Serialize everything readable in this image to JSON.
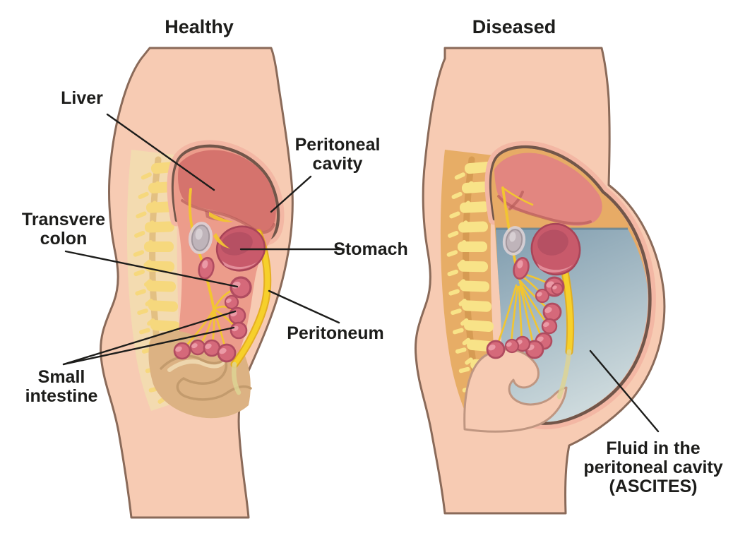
{
  "panels": {
    "healthy": {
      "title": "Healthy"
    },
    "diseased": {
      "title": "Diseased"
    }
  },
  "labels": {
    "liver": "Liver",
    "peritoneal_cavity": {
      "line1": "Peritoneal",
      "line2": "cavity"
    },
    "transverse_colon": {
      "line1": "Transvere",
      "line2": "colon"
    },
    "stomach": "Stomach",
    "peritoneum": "Peritoneum",
    "small_intestine": {
      "line1": "Small",
      "line2": "intestine"
    },
    "ascites": {
      "line1": "Fluid in the",
      "line2": "peritoneal cavity",
      "line3": "(ASCITES)"
    }
  },
  "colors": {
    "skin": "#f7cbb3",
    "skin_line": "#8a6a59",
    "ink": "#1d1d1b",
    "cavity_line": "#72564a",
    "cavity_pink_band": "#f3b7a4",
    "cavity_salmon": "#ec9c8b",
    "cavity_tan": "#e7ab66",
    "liver": "#d5736d",
    "liver_d": "#e28680",
    "liver_shadow": "#b65a58",
    "stomach": "#c85a6b",
    "stomach_stroke": "#a84458",
    "stomach_inner": "#a4455c",
    "stomach_hl": "#e593a0",
    "grey": "#bfb4ba",
    "grey_stroke": "#a2979d",
    "grey_ring": "#dbd2d6",
    "gut": "#d5697a",
    "gut_stroke": "#b04c60",
    "gut_hl": "#efa3ae",
    "mes": "#f2c531",
    "band": "#f6d02b",
    "band_edge": "#e3ac1c",
    "pelvis": "#dcb283",
    "pelvis_line": "#c39b6d",
    "pelvis_hl": "#eed6ad",
    "fluid_top": "#7f9cae",
    "fluid_bottom": "#ccd9dc",
    "fluid_edge": "#5e8299",
    "spine_bg": "#f2dcb0",
    "spine_shadow": "#d6aa5c",
    "vertebra": "#f6d87d",
    "spine_bg_d": "#e5aa60",
    "spine_shadow_d": "#c98c44",
    "vertebra_d": "#f8e388"
  }
}
